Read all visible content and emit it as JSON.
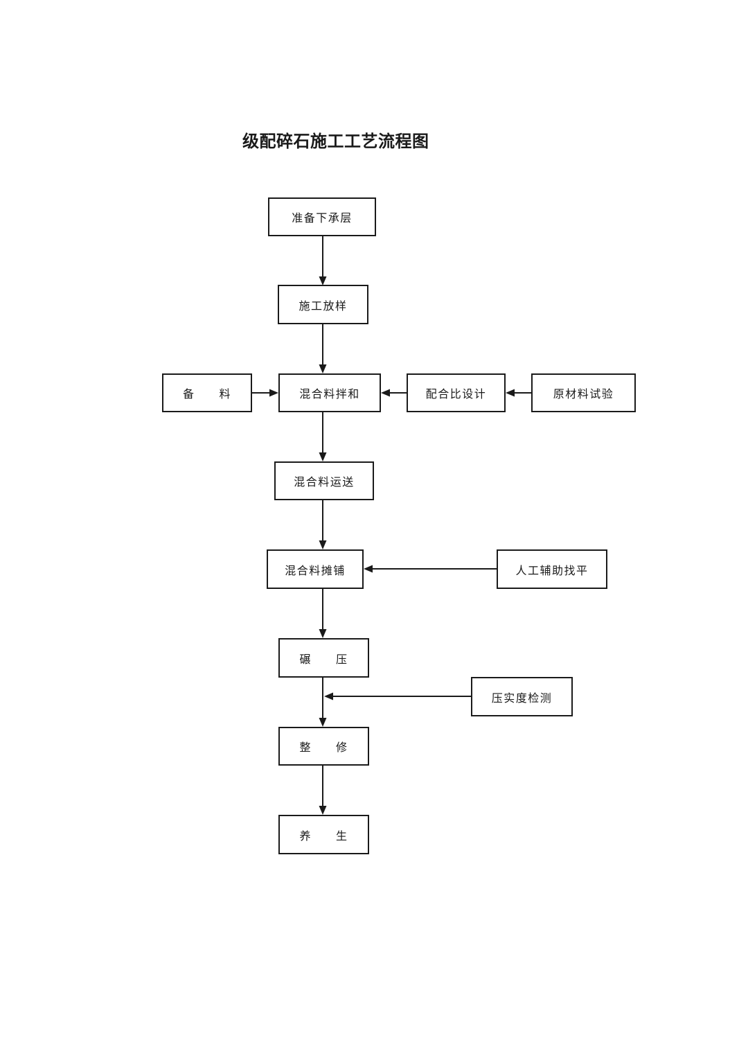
{
  "title": "级配碎石施工工艺流程图",
  "colors": {
    "background": "#ffffff",
    "line": "#1a1a1a",
    "text": "#1a1a1a",
    "box_border": "#1a1a1a",
    "box_fill": "#ffffff"
  },
  "flowchart": {
    "nodes": [
      {
        "id": "prepare-subbase",
        "label": "准备下承层"
      },
      {
        "id": "construction-layout",
        "label": "施工放样"
      },
      {
        "id": "material-preparation",
        "label": "备　　料"
      },
      {
        "id": "mixture-mixing",
        "label": "混合料拌和"
      },
      {
        "id": "mix-ratio-design",
        "label": "配合比设计"
      },
      {
        "id": "raw-material-test",
        "label": "原材料试验"
      },
      {
        "id": "mixture-transport",
        "label": "混合料运送"
      },
      {
        "id": "mixture-paving",
        "label": "混合料摊铺"
      },
      {
        "id": "manual-assisted-leveling",
        "label": "人工辅助找平"
      },
      {
        "id": "rolling-compaction",
        "label": "碾　　压"
      },
      {
        "id": "compaction-degree-test",
        "label": "压实度检测"
      },
      {
        "id": "trimming",
        "label": "整　　修"
      },
      {
        "id": "curing",
        "label": "养　　生"
      }
    ],
    "connections": [
      {
        "from": "prepare-subbase",
        "to": "construction-layout",
        "direction": "down"
      },
      {
        "from": "construction-layout",
        "to": "mixture-mixing",
        "direction": "down"
      },
      {
        "from": "material-preparation",
        "to": "mixture-mixing",
        "direction": "right"
      },
      {
        "from": "mix-ratio-design",
        "to": "mixture-mixing",
        "direction": "left"
      },
      {
        "from": "raw-material-test",
        "to": "mix-ratio-design",
        "direction": "left"
      },
      {
        "from": "mixture-mixing",
        "to": "mixture-transport",
        "direction": "down"
      },
      {
        "from": "mixture-transport",
        "to": "mixture-paving",
        "direction": "down"
      },
      {
        "from": "manual-assisted-leveling",
        "to": "mixture-paving",
        "direction": "left"
      },
      {
        "from": "mixture-paving",
        "to": "rolling-compaction",
        "direction": "down"
      },
      {
        "from": "rolling-compaction",
        "to": "trimming",
        "direction": "down"
      },
      {
        "from": "compaction-degree-test",
        "to": "rolling-to-trimming-line",
        "direction": "left"
      },
      {
        "from": "trimming",
        "to": "curing",
        "direction": "down"
      }
    ]
  }
}
